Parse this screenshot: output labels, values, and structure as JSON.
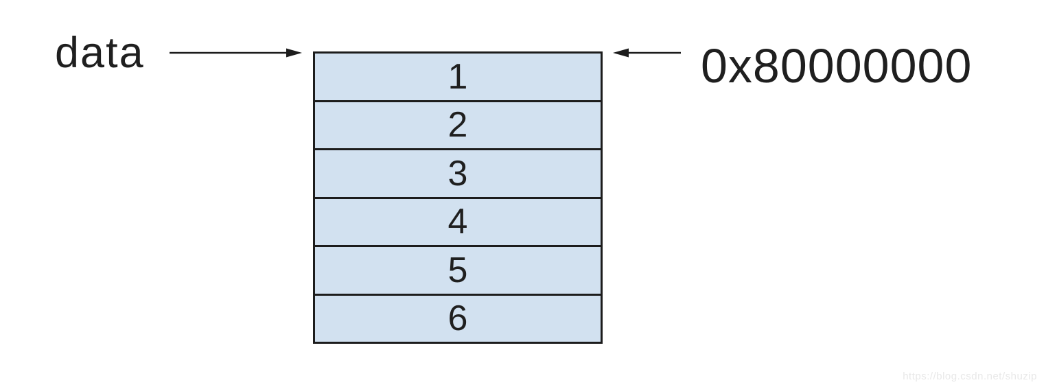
{
  "diagram": {
    "pointer_label": "data",
    "address_label": "0x80000000",
    "stack": {
      "cells": [
        "1",
        "2",
        "3",
        "4",
        "5",
        "6"
      ]
    },
    "watermark": "https://blog.csdn.net/shuzip",
    "colors": {
      "background": "#ffffff",
      "cell-fill": "#d2e1f0",
      "line": "#1c1c1c",
      "text": "#1f1f1f",
      "watermark": "#e8e8e8"
    }
  }
}
